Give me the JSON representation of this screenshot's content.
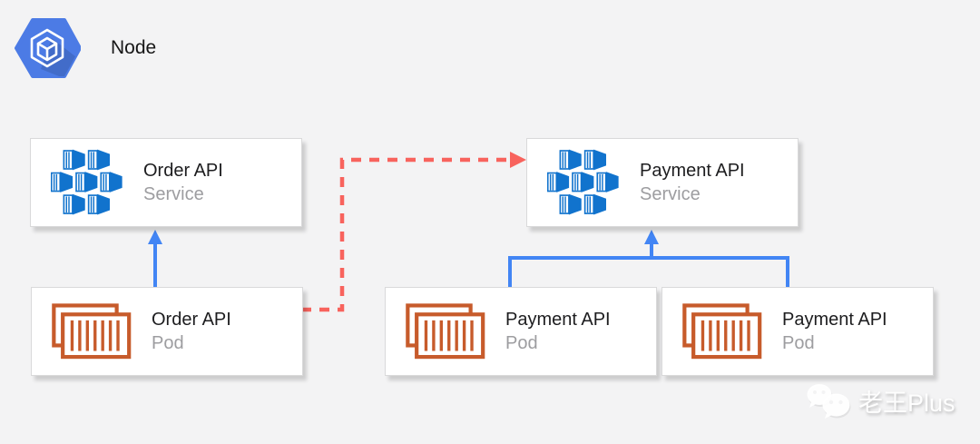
{
  "node": {
    "label": "Node",
    "icon": "gke-node-icon"
  },
  "boxes": {
    "order_service": {
      "title": "Order API",
      "subtitle": "Service",
      "icon": "kubernetes-service-icon"
    },
    "payment_service": {
      "title": "Payment API",
      "subtitle": "Service",
      "icon": "kubernetes-service-icon"
    },
    "order_pod": {
      "title": "Order API",
      "subtitle": "Pod",
      "icon": "container-pod-icon"
    },
    "payment_pod_1": {
      "title": "Payment API",
      "subtitle": "Pod",
      "icon": "container-pod-icon"
    },
    "payment_pod_2": {
      "title": "Payment API",
      "subtitle": "Pod",
      "icon": "container-pod-icon"
    }
  },
  "edges": [
    {
      "from": "order_pod",
      "to": "order_service",
      "style": "solid",
      "color": "#4285f4"
    },
    {
      "from": "payment_pod_1",
      "to": "payment_service",
      "style": "solid",
      "color": "#4285f4"
    },
    {
      "from": "payment_pod_2",
      "to": "payment_service",
      "style": "solid",
      "color": "#4285f4"
    },
    {
      "from": "order_pod",
      "to": "payment_service",
      "style": "dashed",
      "color": "#f8635d"
    }
  ],
  "colors": {
    "background": "#f3f3f4",
    "service_icon_blue": "#1173cd",
    "pod_icon_orange": "#c75b2b",
    "node_hexagon_blue": "#4c7be5",
    "arrow_blue": "#4285f4",
    "arrow_red": "#f8635d",
    "title_text": "#1d1d1f",
    "subtitle_text": "#9d9da0"
  },
  "watermark": {
    "text": "老王Plus",
    "icon": "wechat-icon"
  }
}
